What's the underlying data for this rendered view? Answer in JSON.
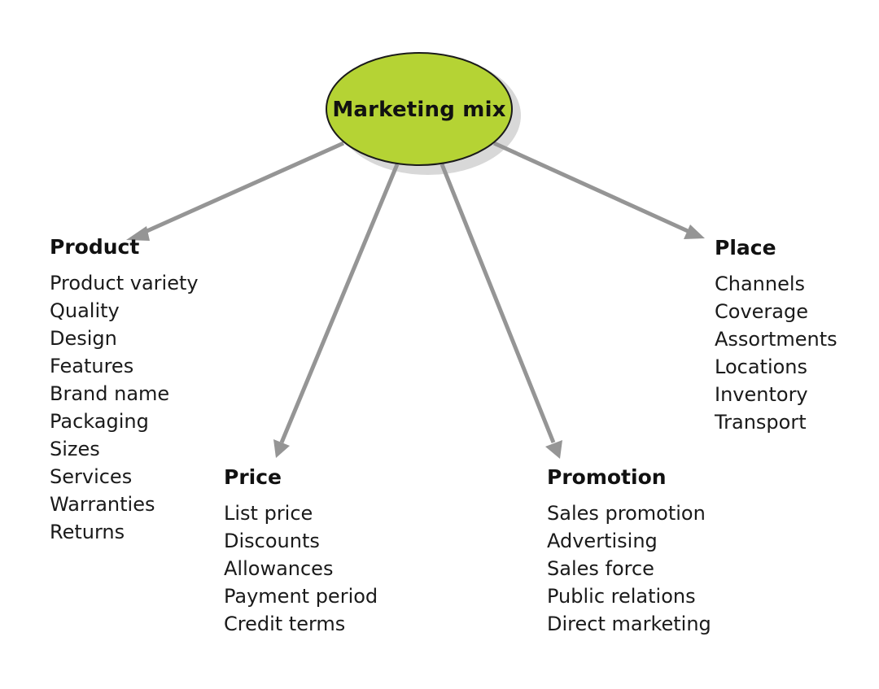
{
  "diagram": {
    "center": {
      "label": "Marketing mix",
      "fill_color": "#b5d334",
      "shadow_color": "#d8d8d8",
      "outline_color": "#1a1a1a"
    },
    "arrow_color": "#959595",
    "groups": [
      {
        "id": "product",
        "title": "Product",
        "items": [
          "Product variety",
          "Quality",
          "Design",
          "Features",
          "Brand name",
          "Packaging",
          "Sizes",
          "Services",
          "Warranties",
          "Returns"
        ]
      },
      {
        "id": "price",
        "title": "Price",
        "items": [
          "List price",
          "Discounts",
          "Allowances",
          "Payment period",
          "Credit terms"
        ]
      },
      {
        "id": "promotion",
        "title": "Promotion",
        "items": [
          "Sales promotion",
          "Advertising",
          "Sales force",
          "Public relations",
          "Direct marketing"
        ]
      },
      {
        "id": "place",
        "title": "Place",
        "items": [
          "Channels",
          "Coverage",
          "Assortments",
          "Locations",
          "Inventory",
          "Transport"
        ]
      }
    ]
  }
}
